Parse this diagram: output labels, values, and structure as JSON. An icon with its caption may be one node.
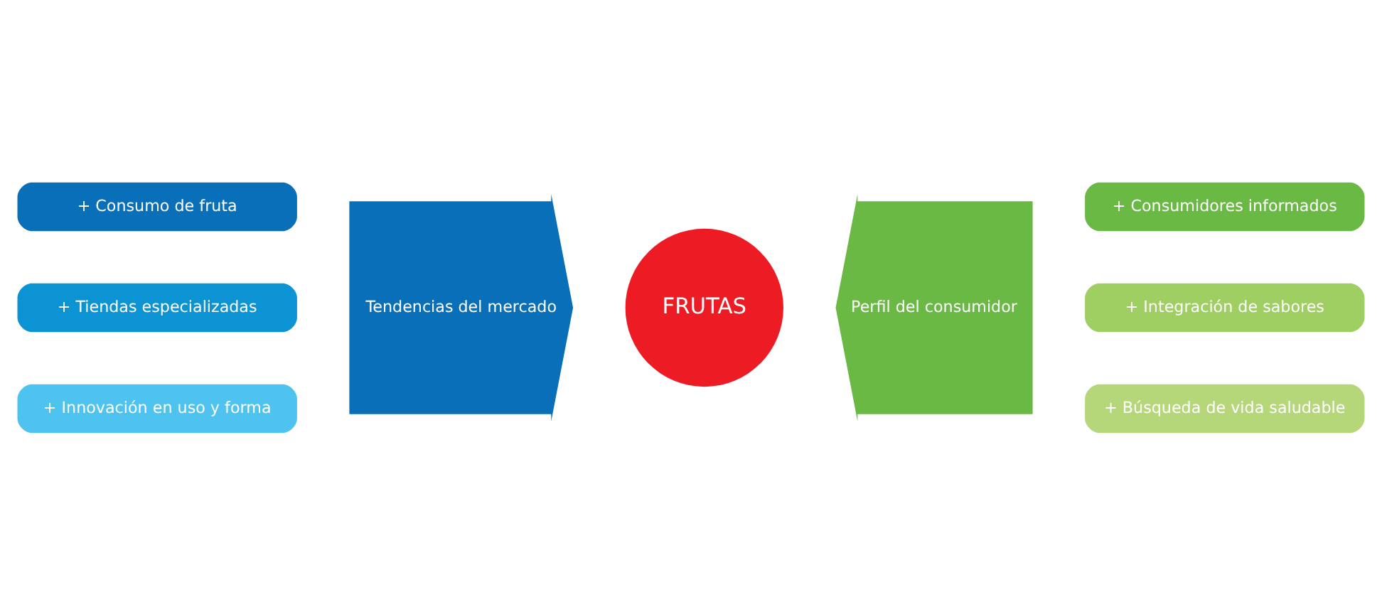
{
  "diagram": {
    "nodes": [
      {
        "text": [
          "+ Consumo de fruta"
        ]
      },
      {
        "text": [
          "+ Tiendas especializadas"
        ]
      },
      {
        "text": [
          "+ Innovación en uso y forma"
        ]
      },
      {
        "text": [
          "Tendencias del mercado"
        ]
      },
      {
        "text": [
          "FRUTAS"
        ]
      },
      {
        "text": [
          "Perfil del consumidor"
        ]
      },
      {
        "text": [
          "+ Consumidores informados"
        ]
      },
      {
        "text": [
          "+ Integración de sabores"
        ]
      },
      {
        "text": [
          "+ Búsqueda de vida saludable"
        ]
      }
    ],
    "edges": []
  }
}
